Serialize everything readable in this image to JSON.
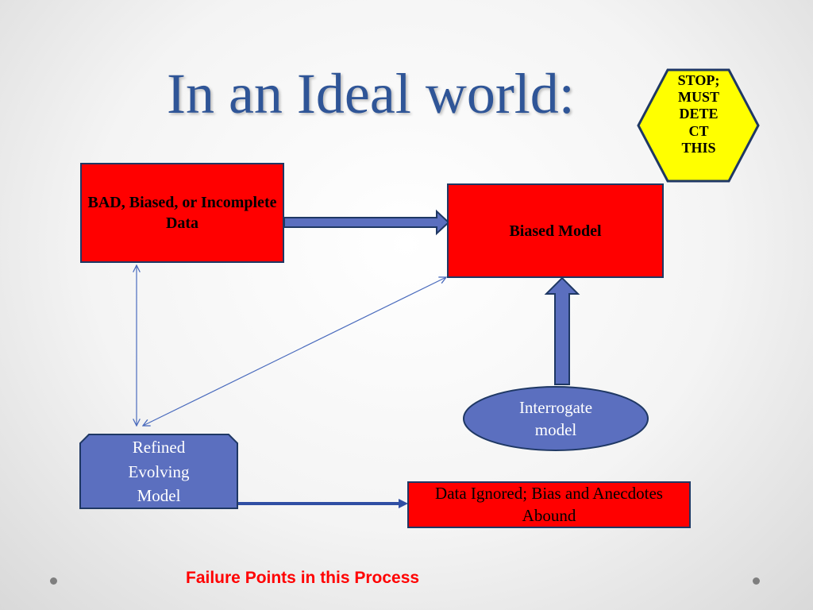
{
  "slide": {
    "title": "In an Ideal world:",
    "caption": "Failure Points in this Process"
  },
  "nodes": {
    "bad_data": "BAD, Biased, or Incomplete Data",
    "biased_model": "Biased Model",
    "refined_model": "Refined Evolving Model",
    "interrogate": "Interrogate model",
    "data_ignored": "Data Ignored; Bias and Anecdotes Abound",
    "stop_sign": [
      "STOP;",
      "MUST",
      "DETE",
      "CT",
      "THIS"
    ]
  },
  "colors": {
    "title": "#2f5597",
    "red_box": "#ff0000",
    "blue_shape": "#5b6fbf",
    "border": "#1f3864",
    "stop_fill": "#ffff00",
    "caption": "#ff0000"
  }
}
